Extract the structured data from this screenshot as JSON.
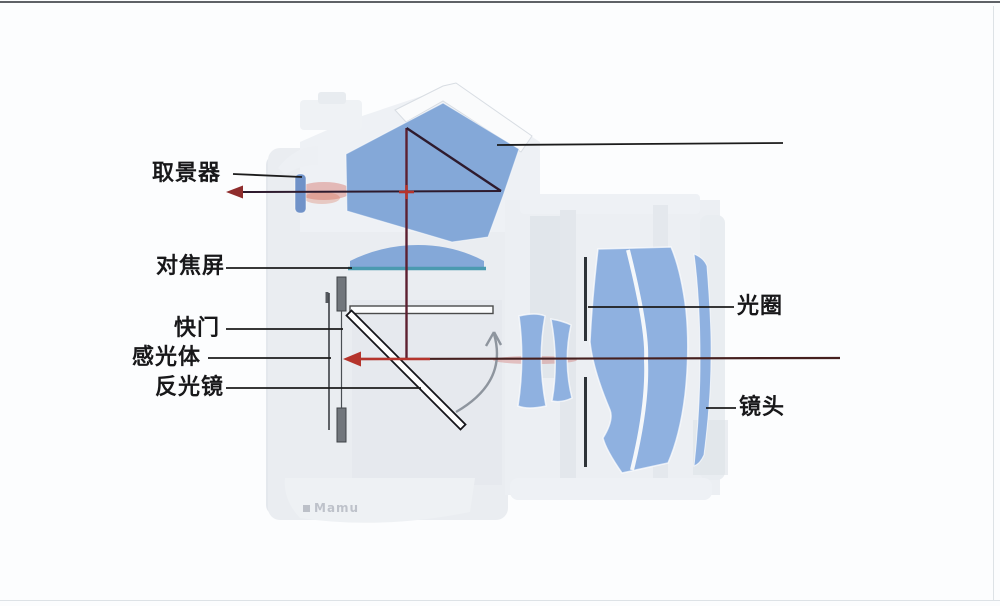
{
  "diagram": {
    "type": "slr-camera-cross-section",
    "labels": {
      "viewfinder": "取景器",
      "focusing_screen": "对焦屏",
      "shutter": "快门",
      "sensor": "感光体",
      "reflex_mirror": "反光镜",
      "aperture": "光圈",
      "lens": "镜头"
    },
    "watermark": "Mamu",
    "colors": {
      "element_blue": "#84a8d8",
      "element_blue_light": "#8fb1e0",
      "condenser_edge_teal": "#4b9ab0",
      "light_path_dark_red": "#5d2030",
      "light_path_dark": "#2e1b2e",
      "arrow_red": "#b5342c",
      "pointer_black": "#1c1c1c",
      "body_faint": "#eaedf1",
      "body_faint_dark": "#dfe3e9",
      "mirror_gray": "#71767c",
      "swing_arrow_gray": "#8e959e"
    }
  }
}
